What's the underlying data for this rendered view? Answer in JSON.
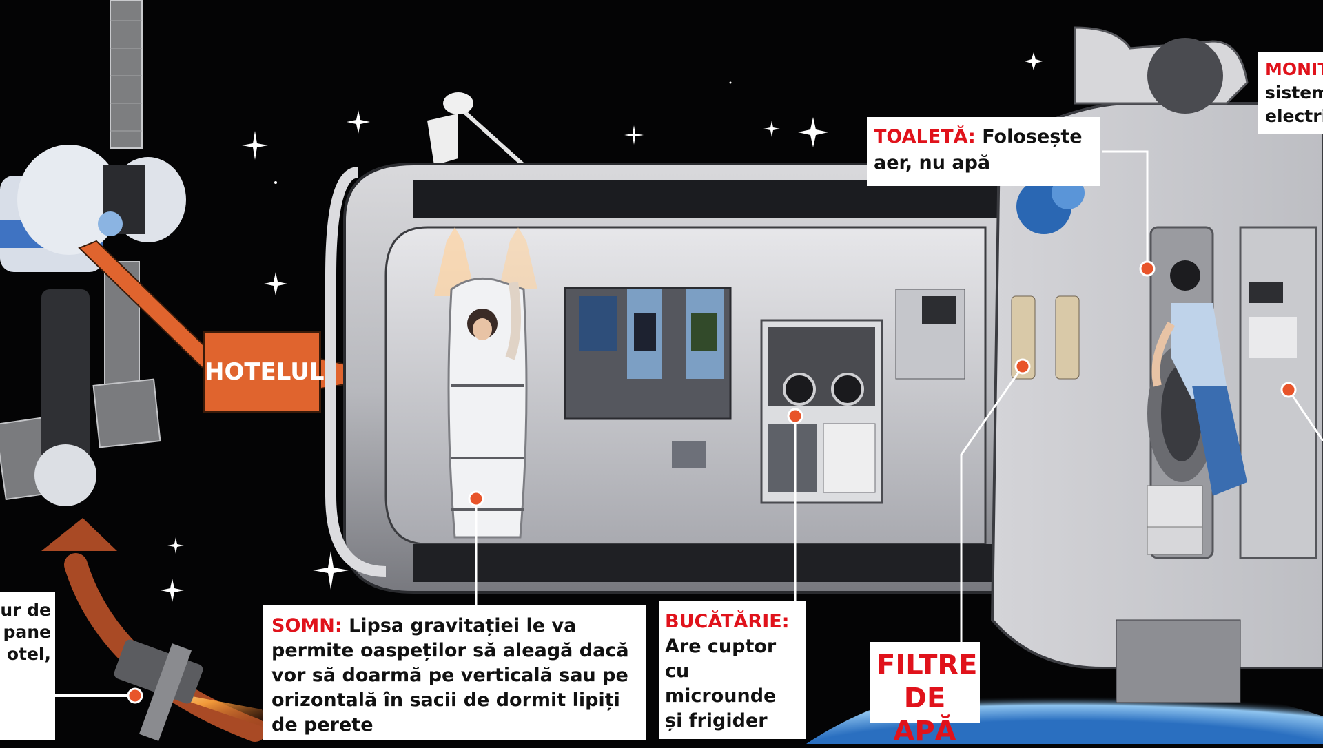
{
  "hotel_label": "HOTELUL",
  "callouts": {
    "left_partial": {
      "lines": [
        "ur de",
        "pane",
        "otel,"
      ]
    },
    "somn": {
      "heading": "SOMN:",
      "text": "Lipsa gravitației le va permite oaspeților să aleagă dacă vor să doarmă pe verticală sau pe orizontală în sacii de dormit lipiți de perete"
    },
    "bucatarie": {
      "heading": "BUCĂTĂRIE:",
      "text": "Are cuptor cu microunde și frigider"
    },
    "toaleta": {
      "heading": "TOALETĂ:",
      "text": "Folosește aer, nu apă"
    },
    "monitor_partial": {
      "heading": "MONIT",
      "lines": [
        "sistem",
        "electri"
      ]
    },
    "filtre": {
      "heading": "FILTRE DE APĂ"
    }
  },
  "colors": {
    "space": "#040405",
    "accent_red": "#e0121b",
    "hotel_orange": "#e0642e",
    "callout_bg": "#ffffff",
    "marker": "#e8542a"
  }
}
